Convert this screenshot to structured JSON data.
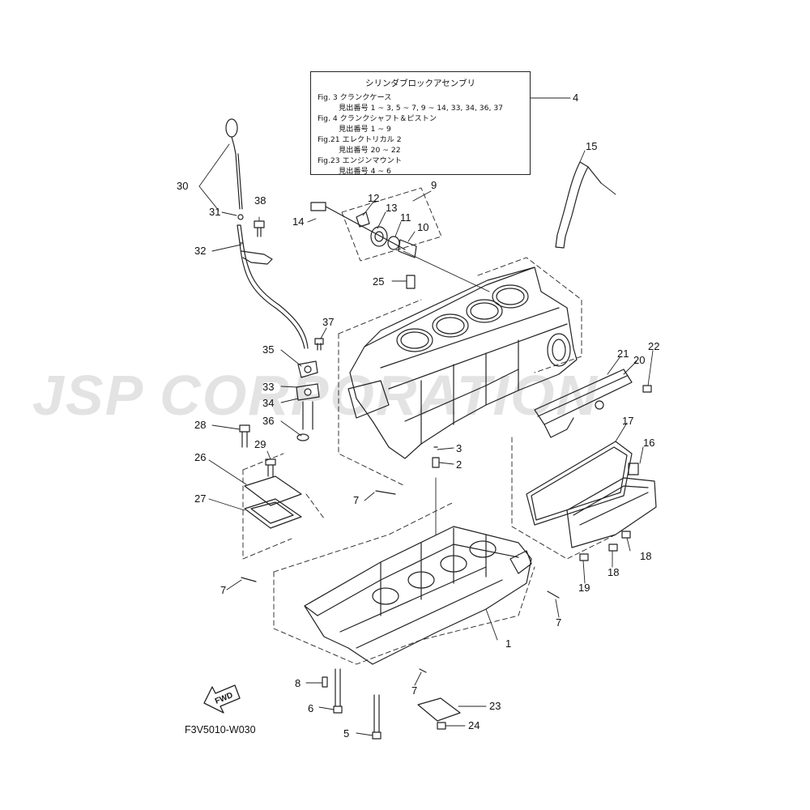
{
  "watermark": {
    "text": "JSP CORPORATION",
    "color": "#e3e3e3"
  },
  "legend": {
    "title": "シリンダブロックアセンブリ",
    "rows": [
      "Fig. 3 クランクケース",
      "見出番号 1 ~ 3, 5 ~ 7, 9 ~ 14, 33, 34, 36, 37",
      "Fig. 4 クランクシャフト＆ピストン",
      "見出番号 1 ~ 9",
      "Fig.21 エレクトリカル 2",
      "見出番号 20 ~ 22",
      "Fig.23 エンジンマウント",
      "見出番号 4 ~ 6"
    ]
  },
  "fwd_label": "FWD",
  "diagram_code": "F3V5010-W030",
  "callouts": [
    "1",
    "2",
    "3",
    "4",
    "5",
    "6",
    "7",
    "7",
    "7",
    "7",
    "8",
    "9",
    "10",
    "11",
    "12",
    "13",
    "14",
    "15",
    "16",
    "17",
    "18",
    "18",
    "19",
    "20",
    "21",
    "22",
    "23",
    "24",
    "25",
    "26",
    "27",
    "28",
    "29",
    "30",
    "31",
    "32",
    "33",
    "34",
    "35",
    "36",
    "37",
    "38"
  ],
  "icons": [
    "fwd-arrow-icon"
  ]
}
